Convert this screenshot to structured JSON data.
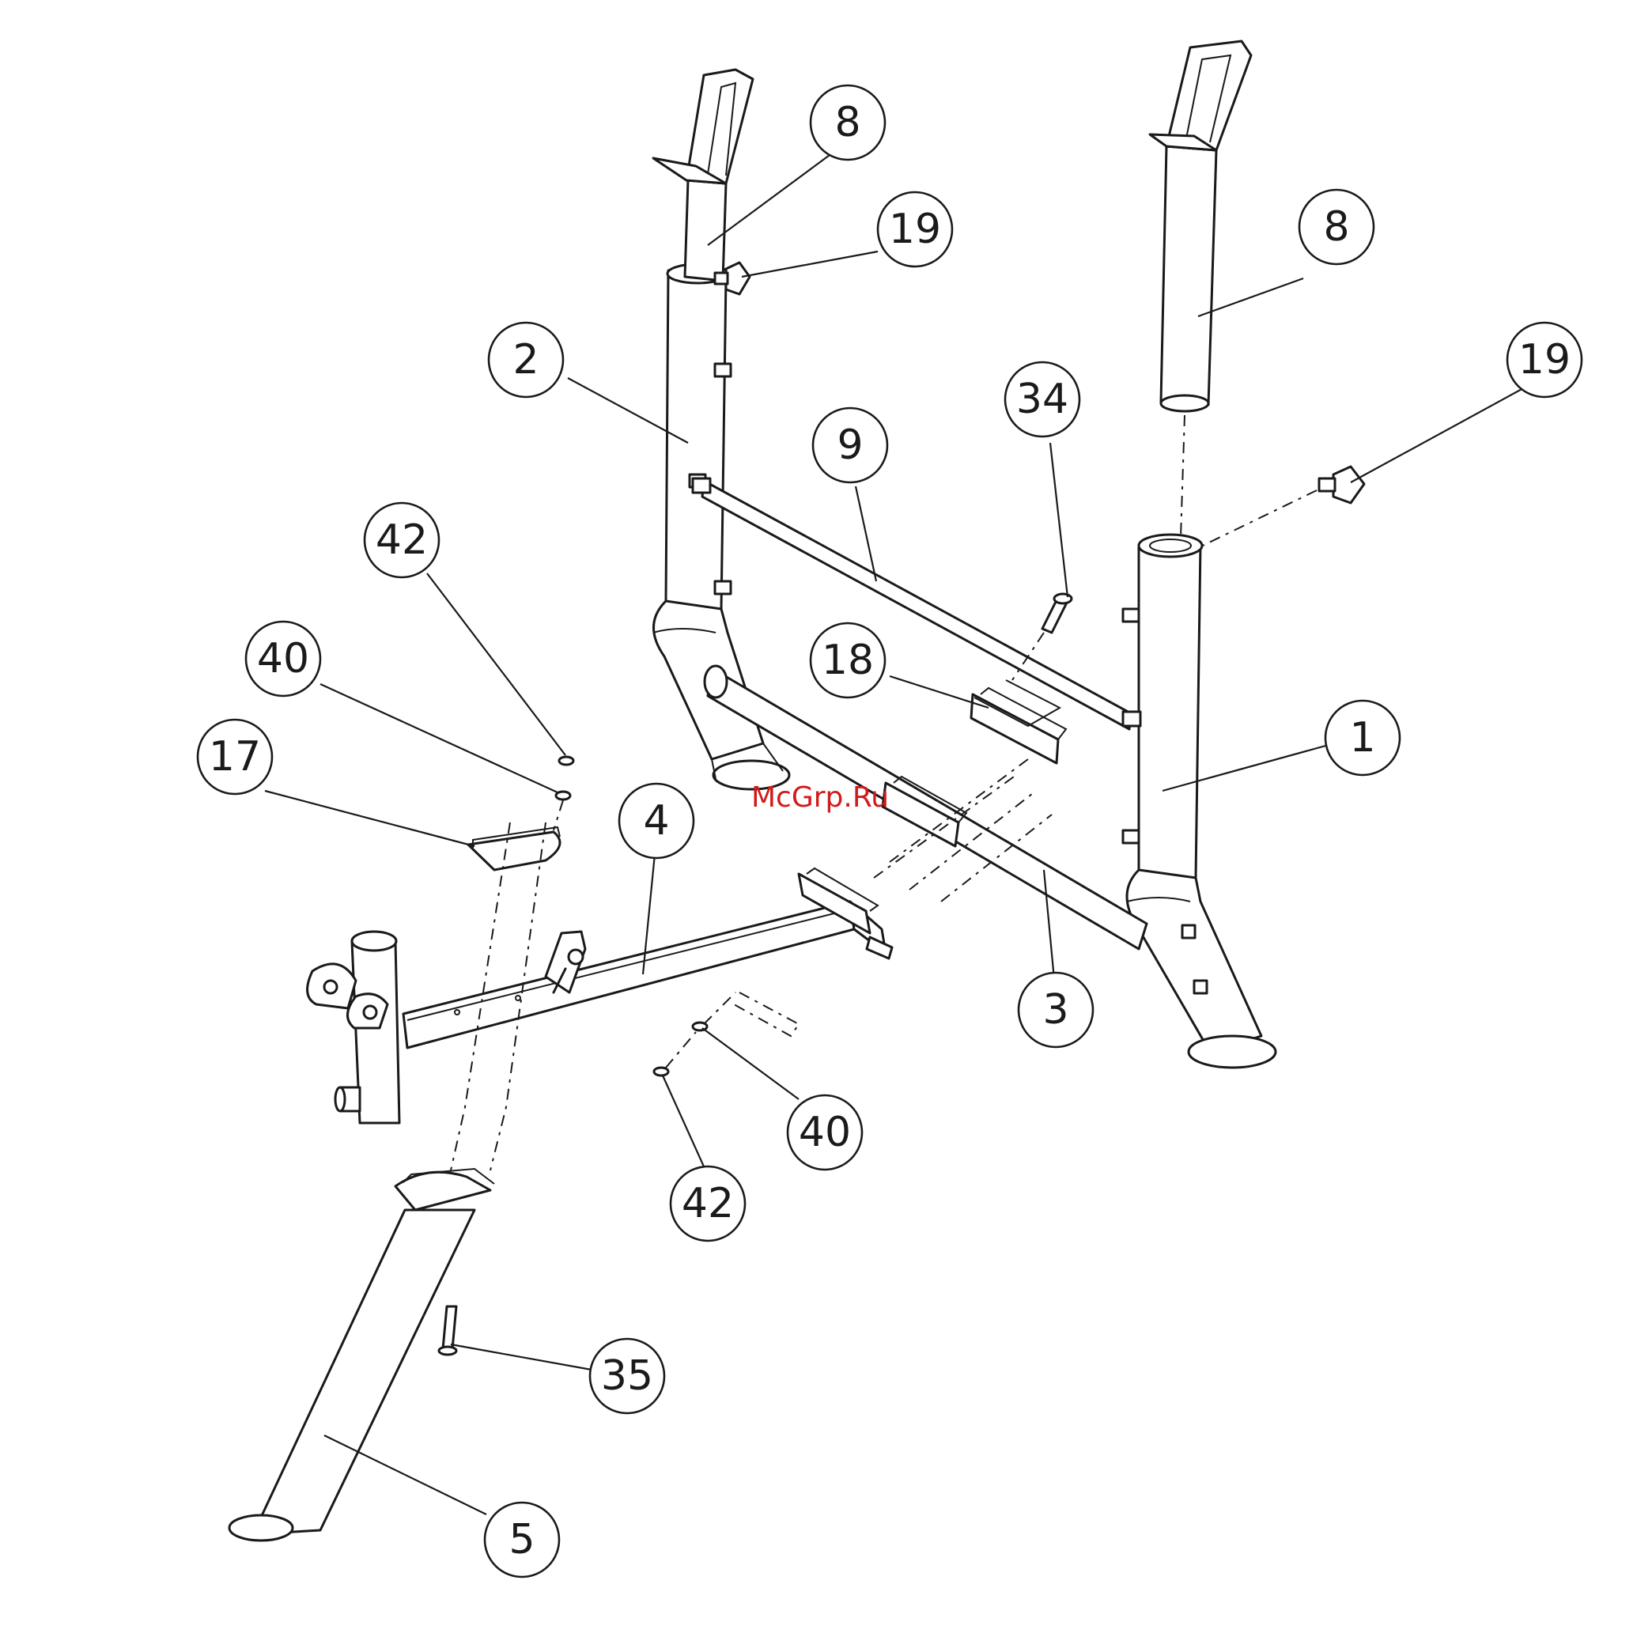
{
  "watermark": {
    "text": "McGrp.Ru",
    "color": "#d21a1a"
  },
  "line_color": "#1a1a1a",
  "callouts": [
    {
      "id": "c-8-left",
      "label": "8"
    },
    {
      "id": "c-19-top",
      "label": "19"
    },
    {
      "id": "c-8-right",
      "label": "8"
    },
    {
      "id": "c-19-right",
      "label": "19"
    },
    {
      "id": "c-2",
      "label": "2"
    },
    {
      "id": "c-34",
      "label": "34"
    },
    {
      "id": "c-9",
      "label": "9"
    },
    {
      "id": "c-42-top",
      "label": "42"
    },
    {
      "id": "c-40-top",
      "label": "40"
    },
    {
      "id": "c-18",
      "label": "18"
    },
    {
      "id": "c-1",
      "label": "1"
    },
    {
      "id": "c-17",
      "label": "17"
    },
    {
      "id": "c-4",
      "label": "4"
    },
    {
      "id": "c-3",
      "label": "3"
    },
    {
      "id": "c-40-bottom",
      "label": "40"
    },
    {
      "id": "c-42-bottom",
      "label": "42"
    },
    {
      "id": "c-35",
      "label": "35"
    },
    {
      "id": "c-5",
      "label": "5"
    }
  ]
}
